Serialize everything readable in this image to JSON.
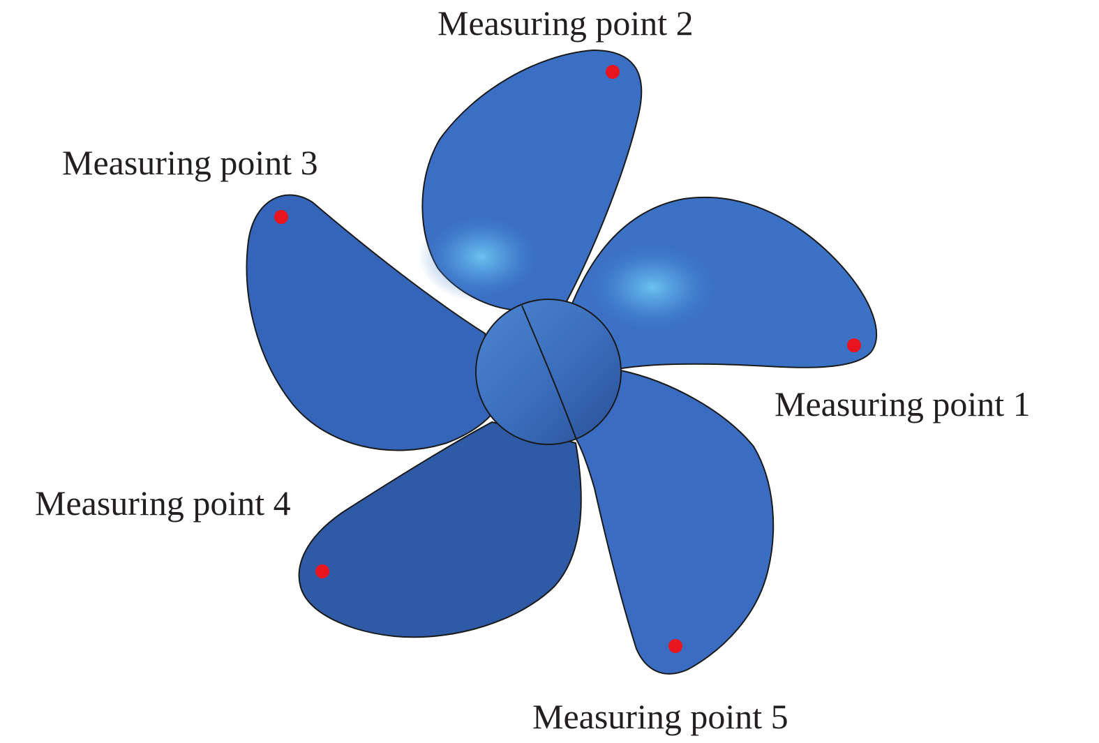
{
  "figure": {
    "labels": [
      {
        "id": 1,
        "text": "Measuring point 1"
      },
      {
        "id": 2,
        "text": "Measuring point 2"
      },
      {
        "id": 3,
        "text": "Measuring point 3"
      },
      {
        "id": 4,
        "text": "Measuring point 4"
      },
      {
        "id": 5,
        "text": "Measuring point 5"
      }
    ],
    "colors": {
      "blade": "#3a6fc4",
      "blade_dark": "#2f5aa6",
      "highlight": "#6ec8f0",
      "hub": "#3d72c2",
      "outline": "#1a1a1a",
      "marker": "#e8141e",
      "label_text": "#231f20"
    },
    "icons": {
      "blade": "propeller-blade",
      "hub": "propeller-hub",
      "marker": "measuring-point-marker"
    }
  }
}
